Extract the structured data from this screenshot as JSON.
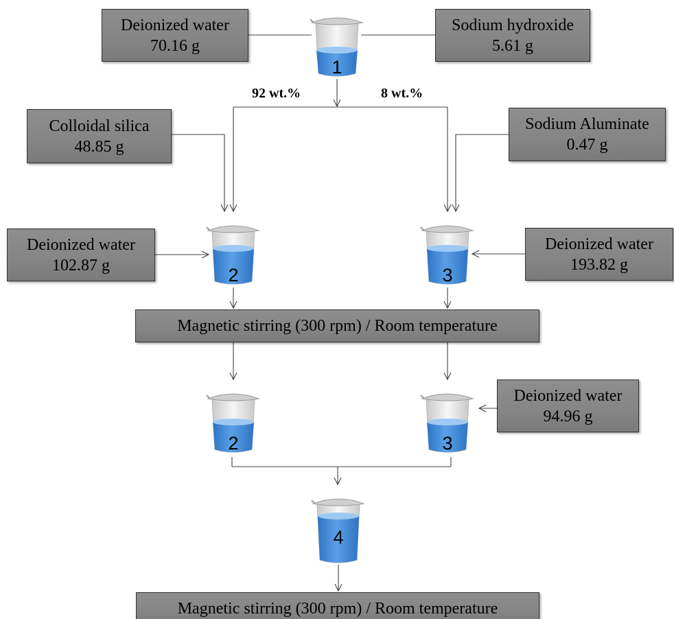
{
  "inputs": {
    "water_1": {
      "name": "Deionized water",
      "mass": "70.16 g"
    },
    "naoh": {
      "name": "Sodium hydroxide",
      "mass": "5.61 g"
    },
    "silica": {
      "name": "Colloidal silica",
      "mass": "48.85 g"
    },
    "aluminate": {
      "name": "Sodium Aluminate",
      "mass": "0.47 g"
    },
    "water_2": {
      "name": "Deionized water",
      "mass": "102.87 g"
    },
    "water_3": {
      "name": "Deionized water",
      "mass": "193.82 g"
    },
    "water_4": {
      "name": "Deionized water",
      "mass": "94.96 g"
    }
  },
  "split": {
    "left": "92 wt.%",
    "right": "8 wt.%"
  },
  "process": {
    "stir_1": "Magnetic stirring (300 rpm) / Room temperature",
    "stir_2": "Magnetic stirring (300 rpm) / Room temperature"
  },
  "beakers": {
    "b1": "1",
    "b2": "2",
    "b3": "3",
    "b2b": "2",
    "b3b": "3",
    "b4": "4"
  },
  "colors": {
    "box_fill": "#858585",
    "liquid": "#3f86d6",
    "liquid_top": "#8fc0f0",
    "line": "#404040"
  }
}
